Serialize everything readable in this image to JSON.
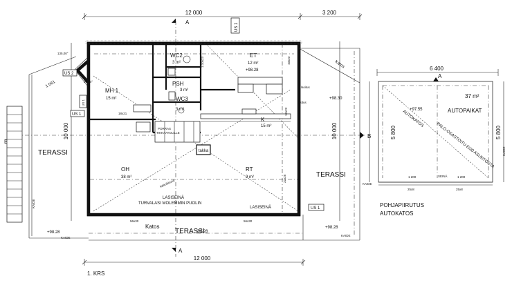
{
  "drawing": {
    "dimensions": {
      "top_main": "12 000",
      "top_side": "3 200",
      "bottom_main": "12 000",
      "left_vertical": "10 000",
      "right_vertical": "10 000",
      "carport_width": "6 400",
      "carport_depth_left": "5 800",
      "carport_depth_right": "5 800",
      "carport_small_1": "1 200",
      "carport_small_2": "1 200"
    },
    "section_marks": {
      "a_top": "A",
      "a_bottom": "A",
      "b_left": "B",
      "b_right": "B",
      "a_carport": "A"
    },
    "rooms": {
      "mh1": {
        "name": "MH 1",
        "area": "15 m²"
      },
      "wc2": {
        "name": "WC2",
        "area": "3 m²"
      },
      "psh": {
        "name": "PSH",
        "area": "3 m²"
      },
      "wc3": {
        "name": "WC3",
        "area": "3 m²"
      },
      "et": {
        "name": "ET",
        "area": "12 m²"
      },
      "k": {
        "name": "K",
        "area": "15 m²"
      },
      "oh": {
        "name": "OH",
        "area": "38 m²"
      },
      "rt": {
        "name": "RT",
        "area": "9 m²"
      },
      "autopaikat": {
        "name": "AUTOPAIKAT",
        "area": "37 m²"
      }
    },
    "labels": {
      "terassi_left": "TERASSI",
      "terassi_right": "TERASSI",
      "terassi_bottom": "TERASSI",
      "katos_bottom": "Katos",
      "katos_top": "Katos",
      "autokatos_diag": "AUTOKATOS",
      "palo_diag": "PALO-OSASTOITU EI30 ASUNTOSTA",
      "lasiseina_1": "LASISEINÄ",
      "lasiseina_2": "TURVALASI MOLEMMIN PUOLIN",
      "lasiseina_3": "LASISEINÄ",
      "kattoikkuna": "kattoikkuna",
      "takka": "takka",
      "porras": "PORRAS",
      "tikkaat": "TIKKAATOLILLE",
      "us1_a": "US 1",
      "us1_b": "US 1",
      "us1_c": "US 1",
      "us1_d": "US 1",
      "us2": "US 2",
      "kaide_1": "KAIDE",
      "kaide_2": "KAIDE",
      "kaide_3": "KAIDE",
      "kaide_4": "KAIDE",
      "kaide_5": "KAIDE",
      "seina": "SEINÄ",
      "pohjapiirustus": "POHJAPIIRUTUS",
      "autokatos": "AUTOKATOS",
      "floor": "1. KRS",
      "ikkuna_1": "1:10x23",
      "ikkuna_2": "10x23",
      "ikkuna_3": "12x23",
      "ikkuna_4": "18x21",
      "ikkuna_5": "22x25",
      "ikkuna_6": "56x30",
      "ikkuna_7": "56x30",
      "ikkuna_8": "25x8",
      "ikkuna_9": "25x8",
      "angle_1": "135,00°",
      "angle_2": "90,00°",
      "dim_1061": "1 061",
      "level_1": "+98.28",
      "level_2": "+98.30",
      "level_3": "+98.28",
      "level_4": "+97.55",
      "level_5": "+98.28",
      "level_6": "+98.28",
      "kaiteet": "lasitus",
      "kaiteet2": "lasitus"
    }
  }
}
